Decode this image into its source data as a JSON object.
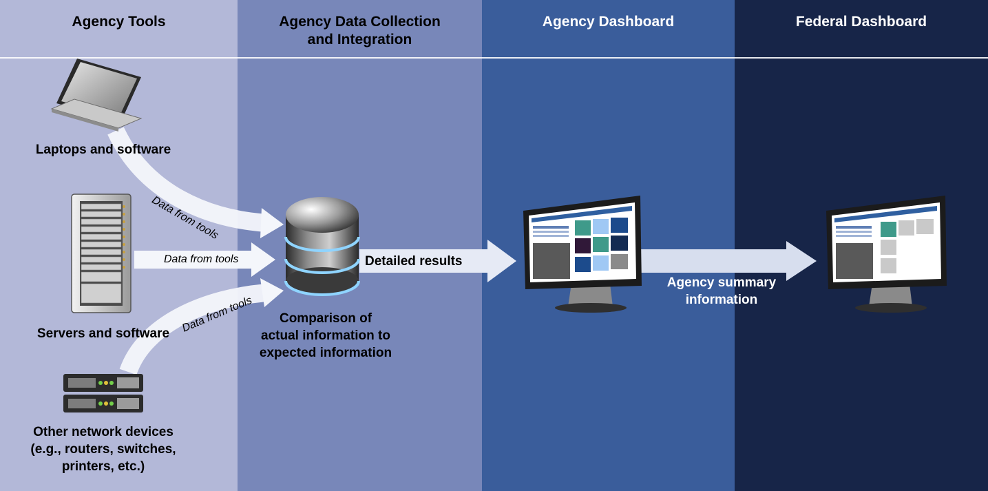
{
  "columns": [
    {
      "title": "Agency Tools",
      "bg": "#b3b8d8",
      "fg": "#000000"
    },
    {
      "title": "Agency Data Collection\nand Integration",
      "bg": "#7887b9",
      "fg": "#000000"
    },
    {
      "title": "Agency Dashboard",
      "bg": "#3a5d9b",
      "fg": "#ffffff"
    },
    {
      "title": "Federal Dashboard",
      "bg": "#172548",
      "fg": "#ffffff"
    }
  ],
  "devices": {
    "laptops": "Laptops and software",
    "servers": "Servers and software",
    "network": "Other network devices\n(e.g., routers, switches,\nprinters, etc.)"
  },
  "arrows": {
    "data_from_tools": "Data from tools",
    "detailed_results": "Detailed results",
    "agency_summary": "Agency summary\ninformation"
  },
  "database_caption": "Comparison of\nactual information to\nexpected information",
  "icons": [
    "laptop-icon",
    "server-rack-icon",
    "network-switch-icon",
    "database-icon",
    "agency-monitor-icon",
    "federal-monitor-icon"
  ]
}
